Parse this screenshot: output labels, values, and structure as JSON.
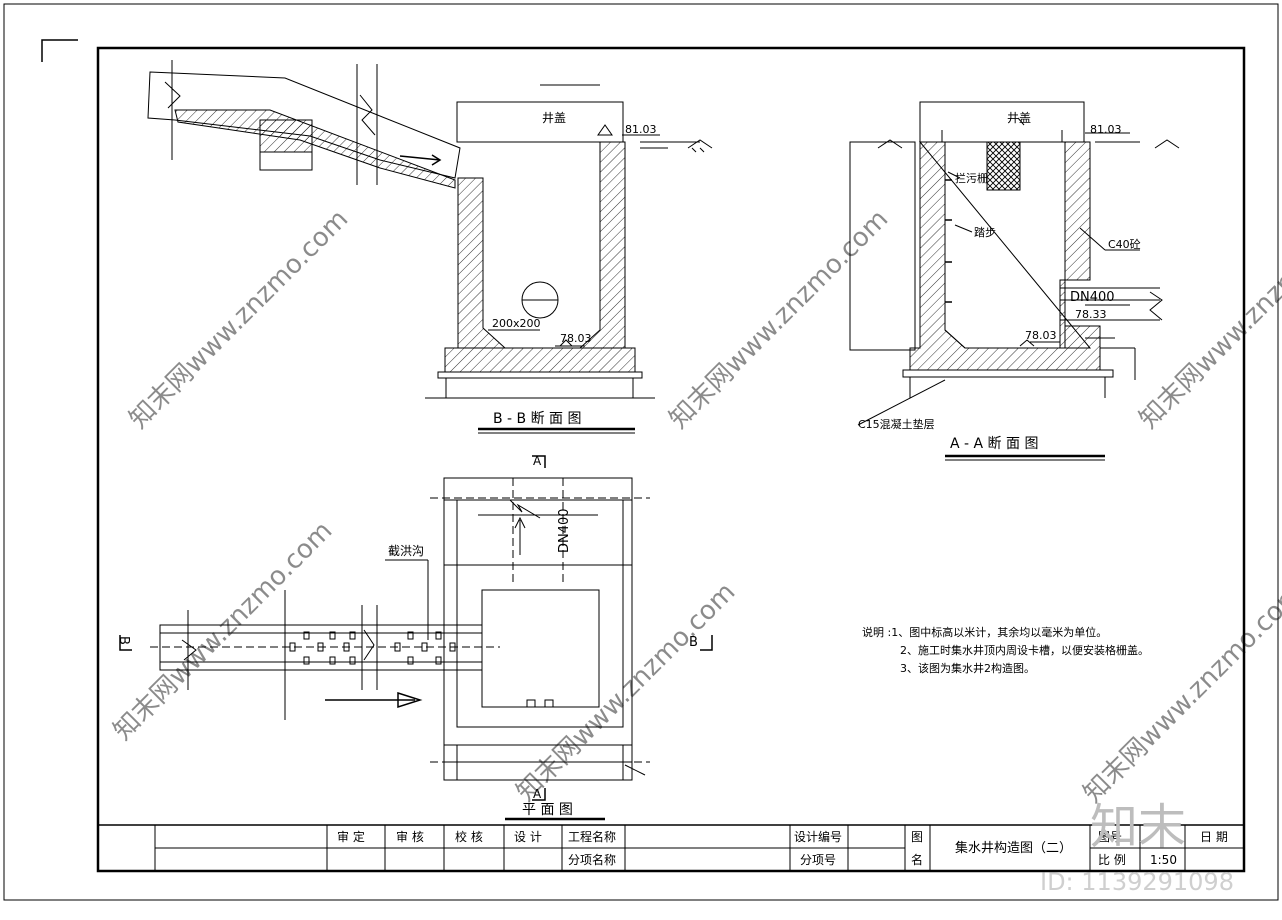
{
  "section_bb": {
    "title": "B - B 断 面 图",
    "cover": "井盖",
    "ground_elev": "81.03",
    "bottom_elev": "78.03",
    "pipe_size": "200x200"
  },
  "section_aa": {
    "title": "A - A 断 面 图",
    "cover": "井盖",
    "ground_elev": "81.03",
    "grate": "拦污栅",
    "steps": "踏步",
    "concrete": "C40砼",
    "pipe": "DN400",
    "pipe_elev": "78.33",
    "bottom_elev": "78.03",
    "cushion": "C15混凝土垫层"
  },
  "plan": {
    "title": "平 面 图",
    "ditch": "截洪沟",
    "pipe": "DN400",
    "cut_left": "B",
    "cut_right": "B",
    "cut_top": "A",
    "cut_bottom": "A"
  },
  "notes": [
    "说明 :1、图中标高以米计，其余均以毫米为单位。",
    "2、施工时集水井顶内周设卡槽，以便安装格栅盖。",
    "3、该图为集水井2构造图。"
  ],
  "title_block": {
    "review_labels": [
      "审 定",
      "审 核",
      "校 核",
      "设 计"
    ],
    "project_name": "工程名称",
    "sub_item": "分项名称",
    "design_no": "设计编号",
    "sub_no": "分项号",
    "drawing_name_1": "图",
    "drawing_name_2": "名",
    "drawing_title": "集水井构造图（二）",
    "fig_no": "图号",
    "scale_label": "比 例",
    "scale_value": "1:50",
    "date_label": "日 期"
  },
  "watermark": {
    "brand_cn": "知末",
    "id": "ID: 1139291098",
    "site": "知末网www.znzmo.com"
  }
}
